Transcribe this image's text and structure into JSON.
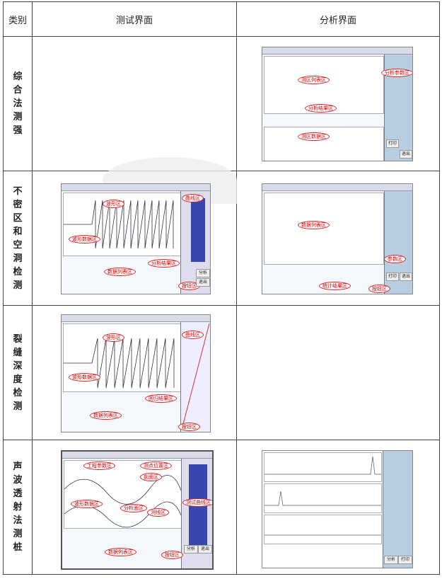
{
  "header": {
    "col1": "类别",
    "col2": "测试界面",
    "col3": "分析界面"
  },
  "rows": [
    {
      "category": "综合法测强",
      "analysis": {
        "labels": [
          "测区列表区",
          "分析参数区",
          "分析结果区",
          "测区数据区"
        ],
        "buttons": [
          "打印",
          "退出"
        ]
      }
    },
    {
      "category": "不密区和空洞检测",
      "test": {
        "labels": [
          "波形区",
          "曲线区",
          "波形数据区",
          "分析结果区",
          "数据列表区",
          "按钮区"
        ],
        "buttons": [
          "分析",
          "退出"
        ]
      },
      "analysis": {
        "labels": [
          "数据列表区",
          "参数区",
          "统计结果区",
          "按钮区"
        ],
        "buttons": [
          "打印",
          "退出"
        ]
      }
    },
    {
      "category": "裂缝深度检测",
      "test": {
        "labels": [
          "波形区",
          "曲线区",
          "波形数据区",
          "回归结果区",
          "数据列表区",
          "按钮区"
        ]
      }
    },
    {
      "category": "声波透射法测桩",
      "test": {
        "labels": [
          "工程参数区",
          "测点位置区",
          "剖面区",
          "波形数据区",
          "分析面区",
          "测线区",
          "测试曲线区",
          "数据列表区",
          "按钮区"
        ],
        "buttons": [
          "分析",
          "退出"
        ]
      },
      "analysis": {
        "buttons": [
          "分析",
          "打印"
        ]
      }
    }
  ]
}
